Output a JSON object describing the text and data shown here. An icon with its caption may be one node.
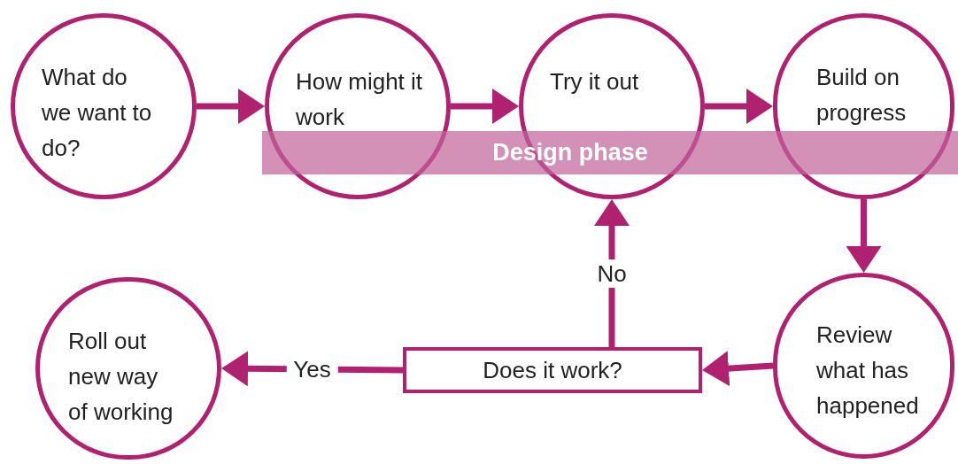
{
  "diagram": {
    "nodes": [
      {
        "text": [
          "What do we want to do?"
        ]
      },
      {
        "text": [
          "How might it work"
        ]
      },
      {
        "text": [
          "Try it out"
        ]
      },
      {
        "text": [
          "Build on progress"
        ]
      },
      {
        "text": [
          "Design phase"
        ]
      },
      {
        "text": [
          "Review what has happened"
        ]
      },
      {
        "text": [
          "Does it work?"
        ]
      },
      {
        "text": [
          "Roll out new way of working"
        ]
      }
    ],
    "edges": [
      {
        "from": 0,
        "to": 1,
        "arrow": "to"
      },
      {
        "from": 1,
        "to": 2,
        "arrow": "to"
      },
      {
        "from": 2,
        "to": 3,
        "arrow": "to"
      },
      {
        "from": 3,
        "to": 5,
        "arrow": "to"
      },
      {
        "from": 5,
        "to": 6,
        "arrow": "to"
      },
      {
        "from": 6,
        "to": 2,
        "arrow": "to",
        "label": "No"
      },
      {
        "from": 6,
        "to": 7,
        "arrow": "to",
        "label": "Yes"
      }
    ]
  }
}
